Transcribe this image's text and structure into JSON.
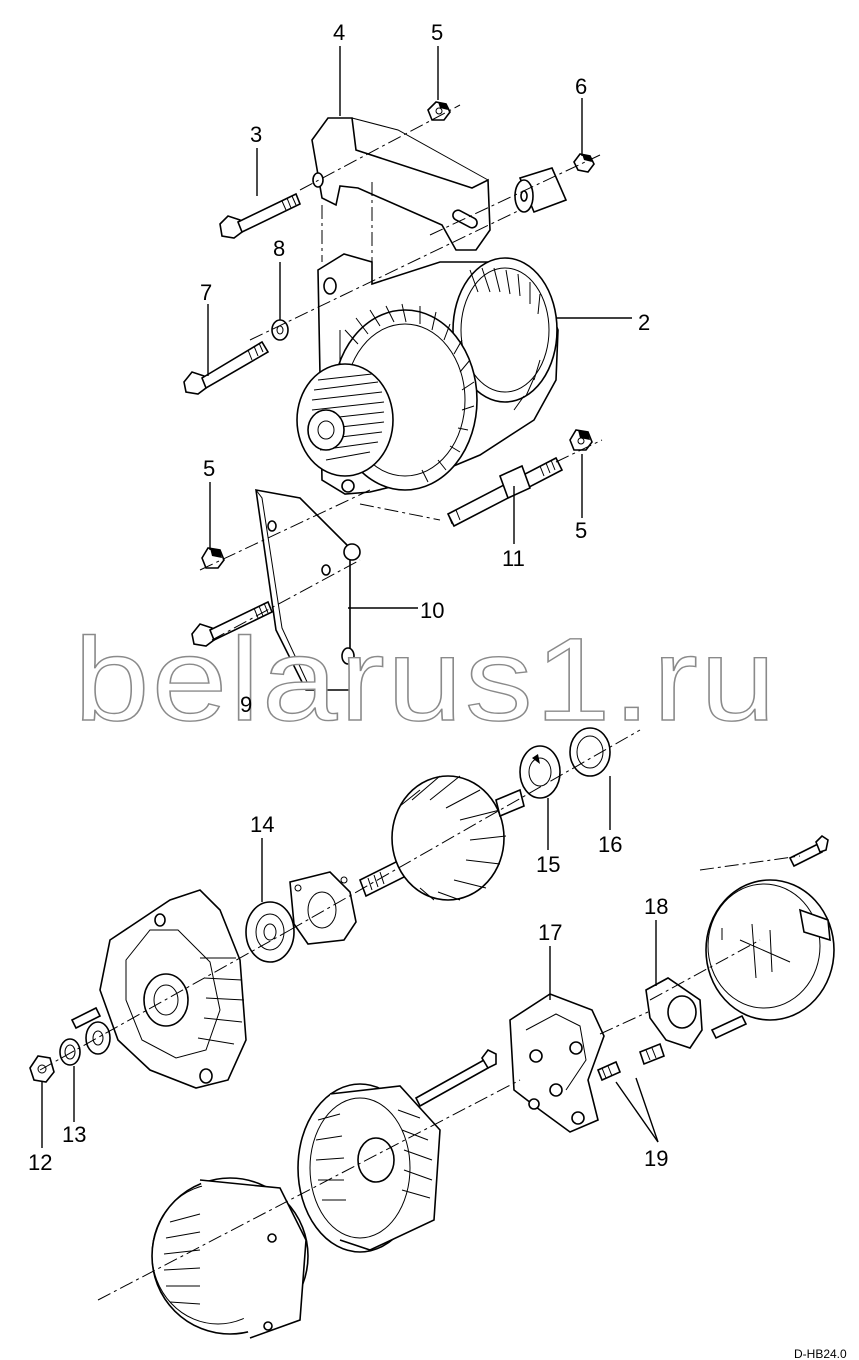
{
  "diagram": {
    "callouts": [
      {
        "id": "c4",
        "label": "4"
      },
      {
        "id": "c5a",
        "label": "5"
      },
      {
        "id": "c6",
        "label": "6"
      },
      {
        "id": "c3",
        "label": "3"
      },
      {
        "id": "c8",
        "label": "8"
      },
      {
        "id": "c7",
        "label": "7"
      },
      {
        "id": "c2",
        "label": "2"
      },
      {
        "id": "c5b",
        "label": "5"
      },
      {
        "id": "c5c",
        "label": "5"
      },
      {
        "id": "c11",
        "label": "11"
      },
      {
        "id": "c10",
        "label": "10"
      },
      {
        "id": "c9",
        "label": "9"
      },
      {
        "id": "c14",
        "label": "14"
      },
      {
        "id": "c15",
        "label": "15"
      },
      {
        "id": "c16",
        "label": "16"
      },
      {
        "id": "c17",
        "label": "17"
      },
      {
        "id": "c18",
        "label": "18"
      },
      {
        "id": "c12",
        "label": "12"
      },
      {
        "id": "c13",
        "label": "13"
      },
      {
        "id": "c19",
        "label": "19"
      }
    ],
    "watermark": "belarus1.ru",
    "drawing_code": "D-HB24.0"
  }
}
